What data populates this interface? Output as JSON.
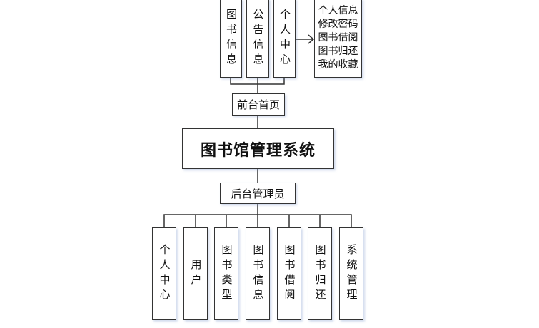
{
  "title": "图书馆管理系统",
  "frontend": {
    "label": "前台首页",
    "modules": [
      "图书信息",
      "公告信息",
      "个人中心"
    ],
    "personal_center_features": [
      "个人信息",
      "修改密码",
      "图书借阅",
      "图书归还",
      "我的收藏"
    ]
  },
  "backend": {
    "label": "后台管理员",
    "modules": [
      "个人中心",
      "用户",
      "图书类型",
      "图书信息",
      "图书借阅",
      "图书归还",
      "系统管理"
    ]
  }
}
